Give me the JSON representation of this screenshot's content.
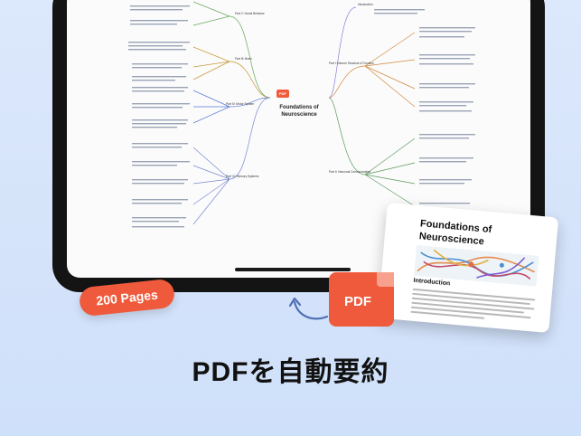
{
  "mindmap": {
    "center_title": "Foundations of Neuroscience",
    "center_icon_label": "PDF",
    "branches": {
      "introduction": "Introduction",
      "part1": "Part I: Neuron Structure & Function",
      "part2": "Part II: Neuronal Communication",
      "part3": "Part III: Brain",
      "part4": "Part IV: Motor System",
      "part5": "Part V: Social Behavior",
      "part6": "Part VI: Sensory Systems"
    }
  },
  "badge": {
    "pages": "200 Pages"
  },
  "document": {
    "title": "Foundations of Neuroscience",
    "section": "Introduction"
  },
  "pdf_icon": {
    "label": "PDF"
  },
  "headline": "PDFを自動要約",
  "colors": {
    "accent": "#ef5a3c",
    "background": "#d6e4fb",
    "device": "#141414"
  }
}
